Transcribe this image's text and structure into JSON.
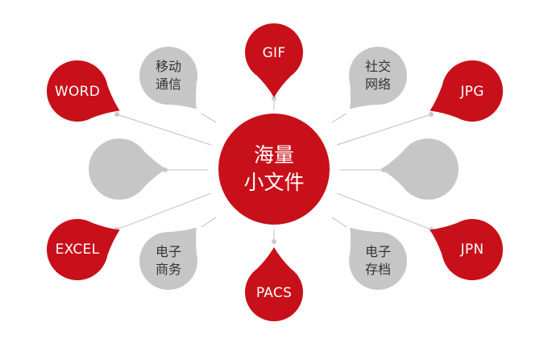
{
  "center": {
    "line1": "海量",
    "line2": "小文件",
    "color": "#c8101a"
  },
  "colors": {
    "red": "#c8101a",
    "gray": "#c6c6c6",
    "connector": "#c9c9c9"
  },
  "nodes": {
    "gif": {
      "label": "GIF"
    },
    "jpg": {
      "label": "JPG"
    },
    "jpn": {
      "label": "JPN"
    },
    "pacs": {
      "label": "PACS"
    },
    "excel": {
      "label": "EXCEL"
    },
    "word": {
      "label": "WORD"
    },
    "mobile_comm": {
      "line1": "移动",
      "line2": "通信"
    },
    "social_net": {
      "line1": "社交",
      "line2": "网络"
    },
    "ecommerce": {
      "line1": "电子",
      "line2": "商务"
    },
    "e_archive": {
      "line1": "电子",
      "line2": "存档"
    },
    "blank_left": {},
    "blank_right": {}
  }
}
